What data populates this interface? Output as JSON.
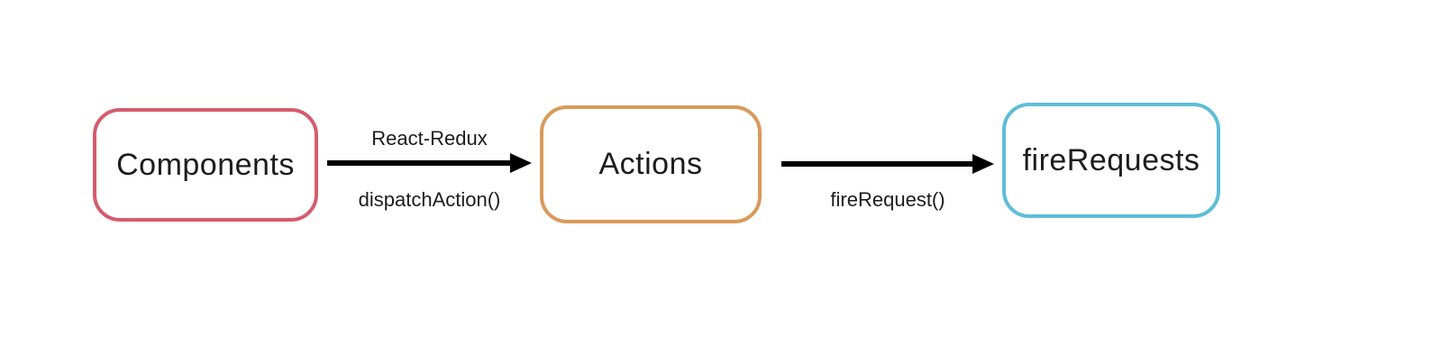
{
  "diagram": {
    "background_color": "#ffffff",
    "text_color": "#1c1c1c",
    "arrow_color": "#000000",
    "nodes": [
      {
        "id": "components",
        "label": "Components",
        "border_color": "#d55c6d"
      },
      {
        "id": "actions",
        "label": "Actions",
        "border_color": "#d99a5b"
      },
      {
        "id": "firerequests",
        "label": "fireRequests",
        "border_color": "#5ebdd9"
      }
    ],
    "edges": [
      {
        "from": "components",
        "to": "actions",
        "label_above": "React-Redux",
        "label_below": "dispatchAction()"
      },
      {
        "from": "actions",
        "to": "firerequests",
        "label_above": "",
        "label_below": "fireRequest()"
      }
    ]
  }
}
